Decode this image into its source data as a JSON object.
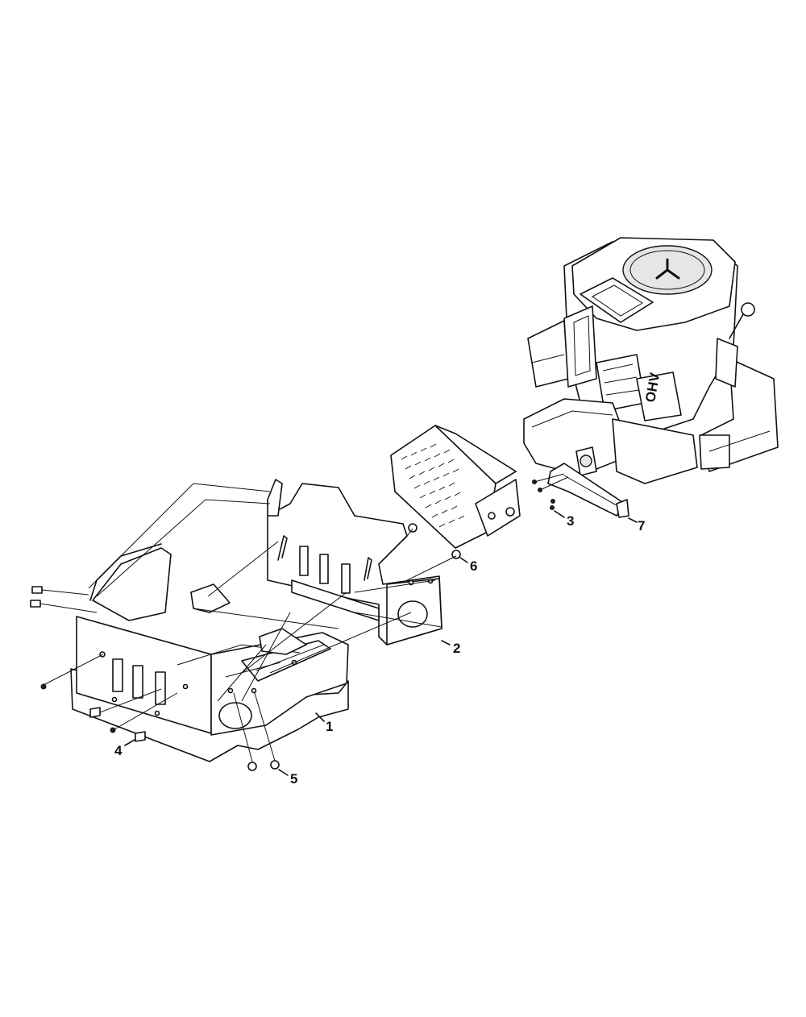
{
  "callouts": [
    {
      "label": "1"
    },
    {
      "label": "2"
    },
    {
      "label": "3"
    },
    {
      "label": "4"
    },
    {
      "label": "5"
    },
    {
      "label": "6"
    },
    {
      "label": "7"
    }
  ],
  "engine_decal": "OHV"
}
